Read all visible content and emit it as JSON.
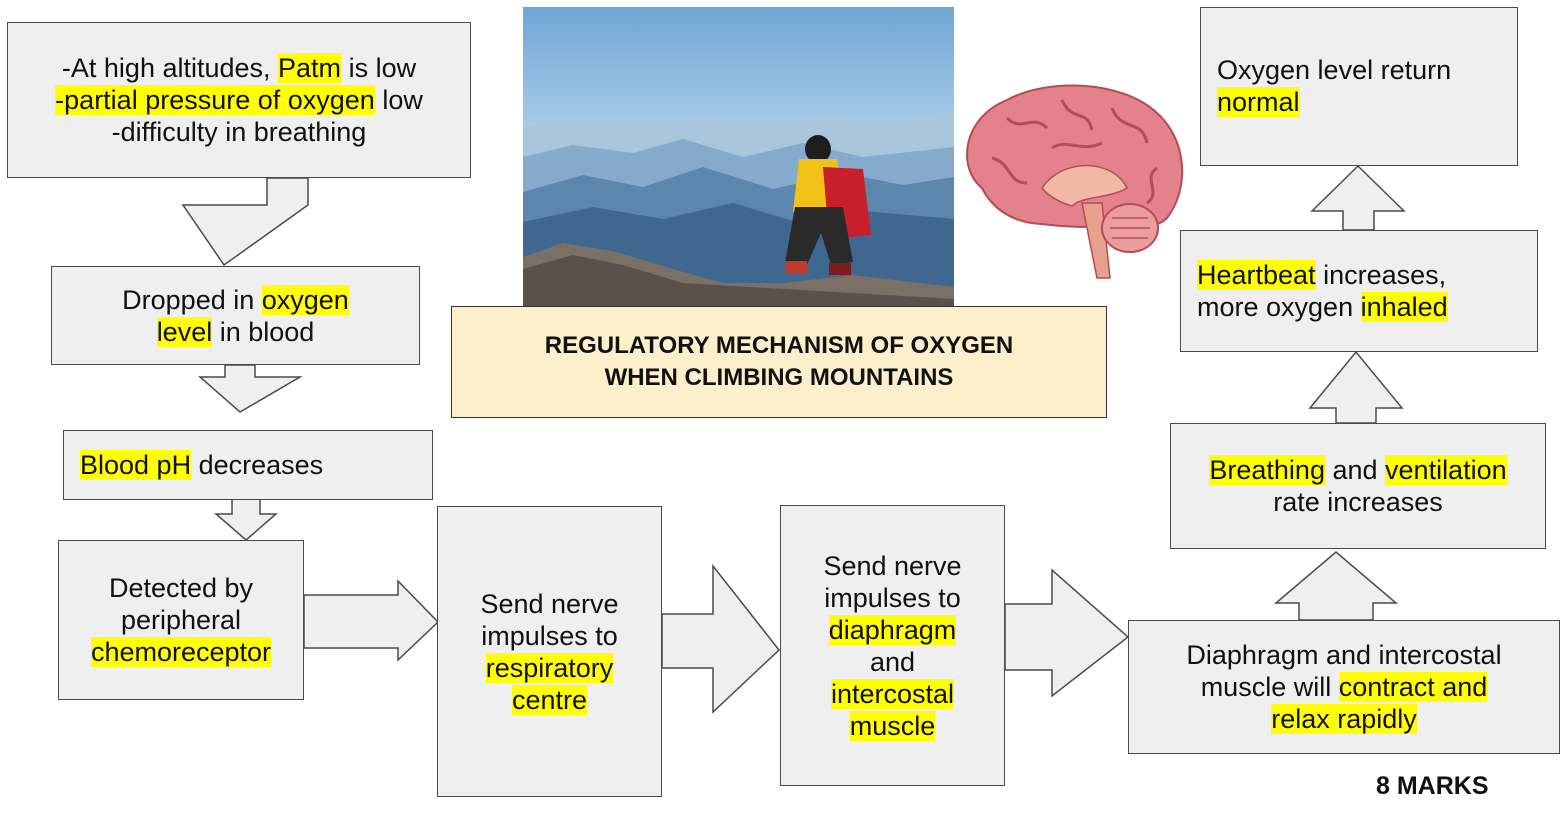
{
  "title": {
    "line1": "REGULATORY MECHANISM OF OXYGEN",
    "line2": "WHEN CLIMBING MOUNTAINS"
  },
  "marks": "8 MARKS",
  "box1": {
    "l1a": "-At high altitudes, ",
    "l1b": "Patm",
    "l1c": " is low",
    "l2a": "-",
    "l2b": "partial pressure of oxygen",
    "l2c": " low",
    "l3": "-difficulty in breathing"
  },
  "box2": {
    "l1a": "Dropped in ",
    "l1b": "oxygen",
    "l2a": "level",
    "l2b": " in blood"
  },
  "box3": {
    "a": "Blood pH",
    "b": " decreases"
  },
  "box4": {
    "l1": "Detected by",
    "l2": "peripheral",
    "l3": "chemoreceptor"
  },
  "box5": {
    "l1": "Send nerve",
    "l2": "impulses to",
    "l3": "respiratory",
    "l4": "centre"
  },
  "box6": {
    "l1": "Send nerve",
    "l2": "impulses to",
    "l3": "diaphragm",
    "l4": "and",
    "l5": "intercostal",
    "l6": "muscle"
  },
  "box7": {
    "l1": "Diaphragm and intercostal",
    "l2a": "muscle will ",
    "l2b": "contract and",
    "l3": "relax rapidly"
  },
  "box8": {
    "l1a": "Breathing",
    "l1b": " and ",
    "l1c": "ventilation",
    "l2": "rate increases"
  },
  "box9": {
    "l1a": "Heartbeat",
    "l1b": " increases,",
    "l2a": "more oxygen ",
    "l2b": "inhaled"
  },
  "box10": {
    "l1": "Oxygen level return",
    "l2": "normal"
  },
  "colors": {
    "highlight": "#ffff00",
    "box_fill": "#efefef",
    "title_fill": "#fcefc9",
    "border": "#4a4a4a"
  },
  "images": [
    "mountain-climber-photo",
    "brain-illustration"
  ]
}
